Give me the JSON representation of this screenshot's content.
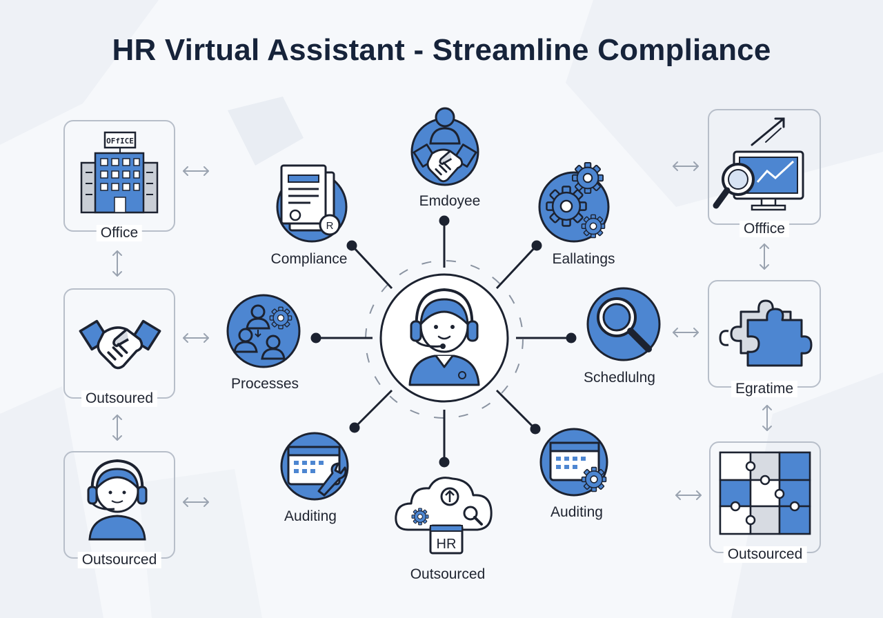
{
  "title": "HR Virtual Assistant - Streamline Compliance",
  "colors": {
    "accent": "#4d86d1",
    "dark": "#1c2230",
    "outline": "#b7bec9",
    "arrow": "#9aa3b0"
  },
  "center": {
    "icon": "headset-agent-icon"
  },
  "nodes": [
    {
      "id": "employee",
      "label": "Emdoyee",
      "icon": "handshake-person-icon"
    },
    {
      "id": "compliance",
      "label": "Compliance",
      "icon": "document-seal-icon"
    },
    {
      "id": "eallatings",
      "label": "Eallatings",
      "icon": "gears-icon"
    },
    {
      "id": "processes",
      "label": "Processes",
      "icon": "team-gear-icon"
    },
    {
      "id": "schedluing",
      "label": "Schedlulng",
      "icon": "magnifier-icon"
    },
    {
      "id": "auditing-left",
      "label": "Auditing",
      "icon": "calendar-wrench-icon"
    },
    {
      "id": "auditing-right",
      "label": "Auditing",
      "icon": "calendar-gear-icon"
    },
    {
      "id": "outsourced-bottom",
      "label": "Outsourced",
      "icon": "hr-cloud-icon",
      "badge": "HR"
    }
  ],
  "left_boxes": [
    {
      "label": "Office",
      "icon": "office-building-icon",
      "sign": "OFfICE"
    },
    {
      "label": "Outsoured",
      "icon": "handshake-icon"
    },
    {
      "label": "Outsourced",
      "icon": "headset-person-icon"
    }
  ],
  "right_boxes": [
    {
      "label": "Offfice",
      "icon": "monitor-analytics-icon"
    },
    {
      "label": "Egratime",
      "icon": "puzzle-pieces-icon"
    },
    {
      "label": "Outsourced",
      "icon": "puzzle-grid-icon"
    }
  ],
  "arrow_symbol": "↔"
}
